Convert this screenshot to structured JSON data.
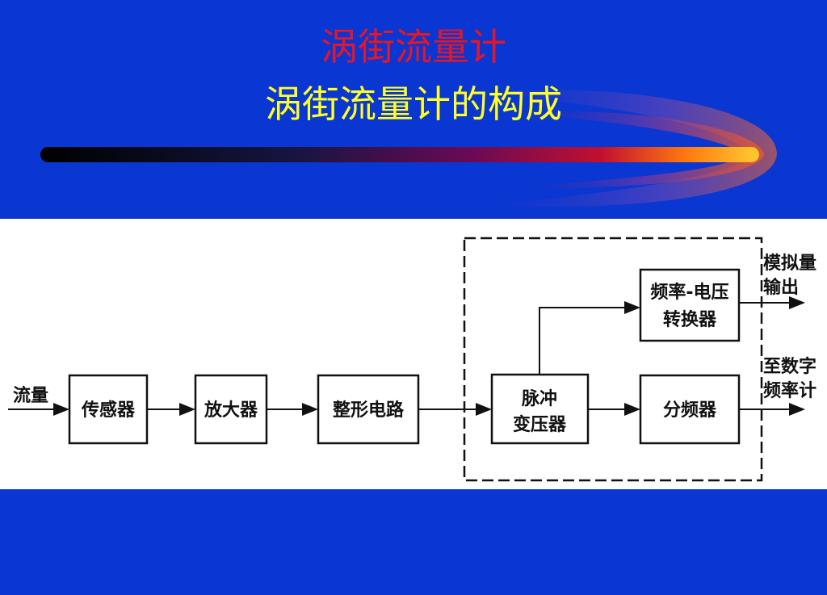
{
  "header": {
    "title": "涡街流量计",
    "subtitle": "涡街流量计的构成"
  },
  "colors": {
    "background": "#0a36d1",
    "title": "#e3162a",
    "subtitle": "#ffff2a",
    "diagram_bg": "#ffffff"
  },
  "diagram": {
    "input_label": "流量",
    "blocks": {
      "sensor": "传感器",
      "amplifier": "放大器",
      "shaping_1": "整形电路",
      "pulse_1": "脉冲",
      "pulse_2": "变压器",
      "fv_1": "频率-电压",
      "fv_2": "转换器",
      "divider": "分频器"
    },
    "outputs": {
      "analog_1": "模拟量",
      "analog_2": "输出",
      "digital_1": "至数字",
      "digital_2": "频率计"
    }
  }
}
